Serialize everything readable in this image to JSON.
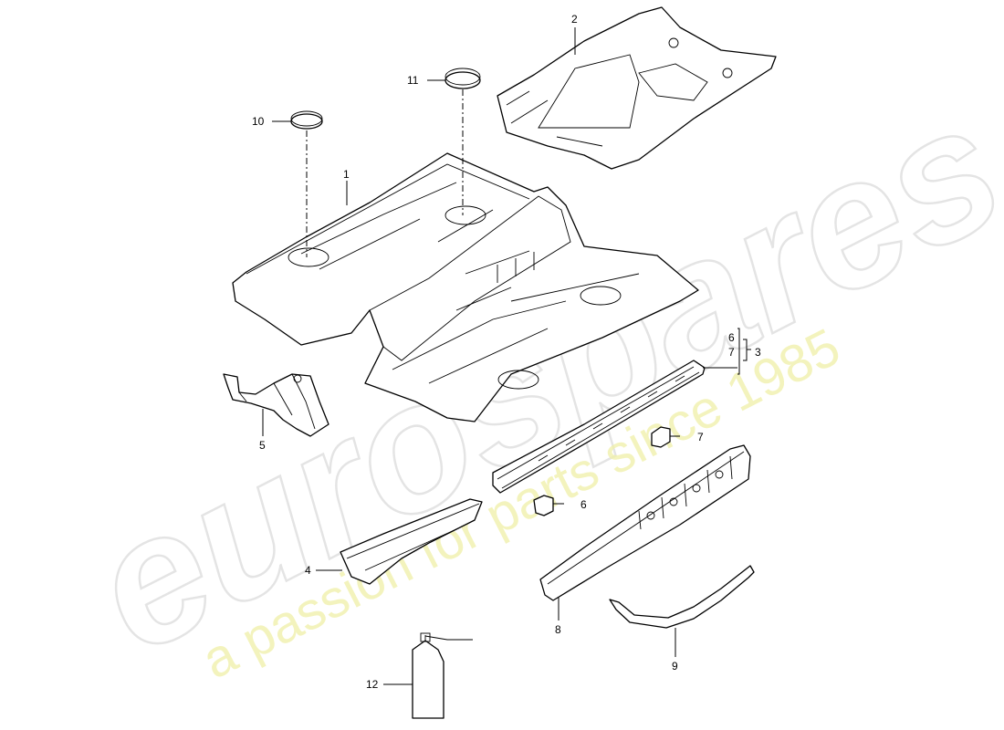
{
  "watermark": {
    "brand": "eurospares",
    "tagline": "a passion for parts since 1985"
  },
  "callouts": {
    "c1": "1",
    "c2": "2",
    "c3": "3",
    "c4": "4",
    "c5": "5",
    "c6a": "6",
    "c7a": "7",
    "c6b": "6",
    "c7b": "7",
    "c8": "8",
    "c9": "9",
    "c10": "10",
    "c11": "11",
    "c12": "12"
  },
  "colors": {
    "line": "#000000",
    "watermark_gray": "#e4e4e4",
    "watermark_yellow": "#f0f0a8"
  }
}
